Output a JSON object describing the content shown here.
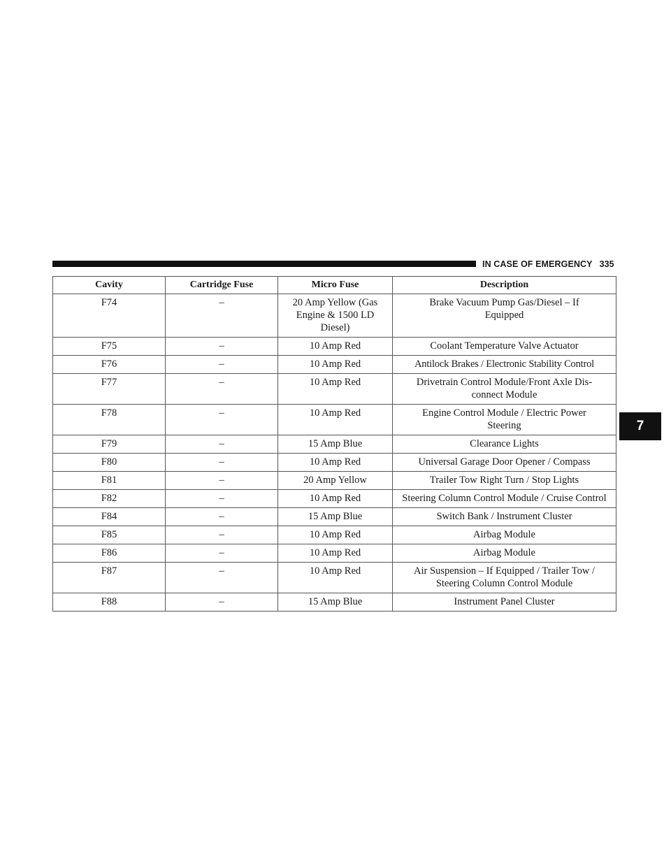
{
  "header": {
    "section_title": "IN CASE OF EMERGENCY",
    "page_number": "335"
  },
  "chapter_tab": "7",
  "table": {
    "columns": [
      "Cavity",
      "Cartridge Fuse",
      "Micro Fuse",
      "Description"
    ],
    "rows": [
      [
        "F74",
        "–",
        "20 Amp Yellow (Gas Engine & 1500 LD Diesel)",
        "Brake Vacuum Pump Gas/Diesel – If Equipped"
      ],
      [
        "F75",
        "–",
        "10 Amp Red",
        "Coolant Temperature Valve Actuator"
      ],
      [
        "F76",
        "–",
        "10 Amp Red",
        "Antilock Brakes / Electronic Stability Control"
      ],
      [
        "F77",
        "–",
        "10 Amp Red",
        "Drivetrain Control Module/Front Axle Dis- connect Module"
      ],
      [
        "F78",
        "–",
        "10 Amp Red",
        "Engine Control Module / Electric Power Steering"
      ],
      [
        "F79",
        "–",
        "15 Amp Blue",
        "Clearance Lights"
      ],
      [
        "F80",
        "–",
        "10 Amp Red",
        "Universal Garage Door Opener / Compass"
      ],
      [
        "F81",
        "–",
        "20 Amp Yellow",
        "Trailer Tow Right Turn / Stop Lights"
      ],
      [
        "F82",
        "–",
        "10 Amp Red",
        "Steering Column Control Module / Cruise Control"
      ],
      [
        "F84",
        "–",
        "15 Amp Blue",
        "Switch Bank / Instrument Cluster"
      ],
      [
        "F85",
        "–",
        "10 Amp Red",
        "Airbag Module"
      ],
      [
        "F86",
        "–",
        "10 Amp Red",
        "Airbag Module"
      ],
      [
        "F87",
        "–",
        "10 Amp Red",
        "Air Suspension – If Equipped / Trailer Tow / Steering Column Control Module"
      ],
      [
        "F88",
        "–",
        "15 Amp Blue",
        "Instrument Panel Cluster"
      ]
    ]
  }
}
